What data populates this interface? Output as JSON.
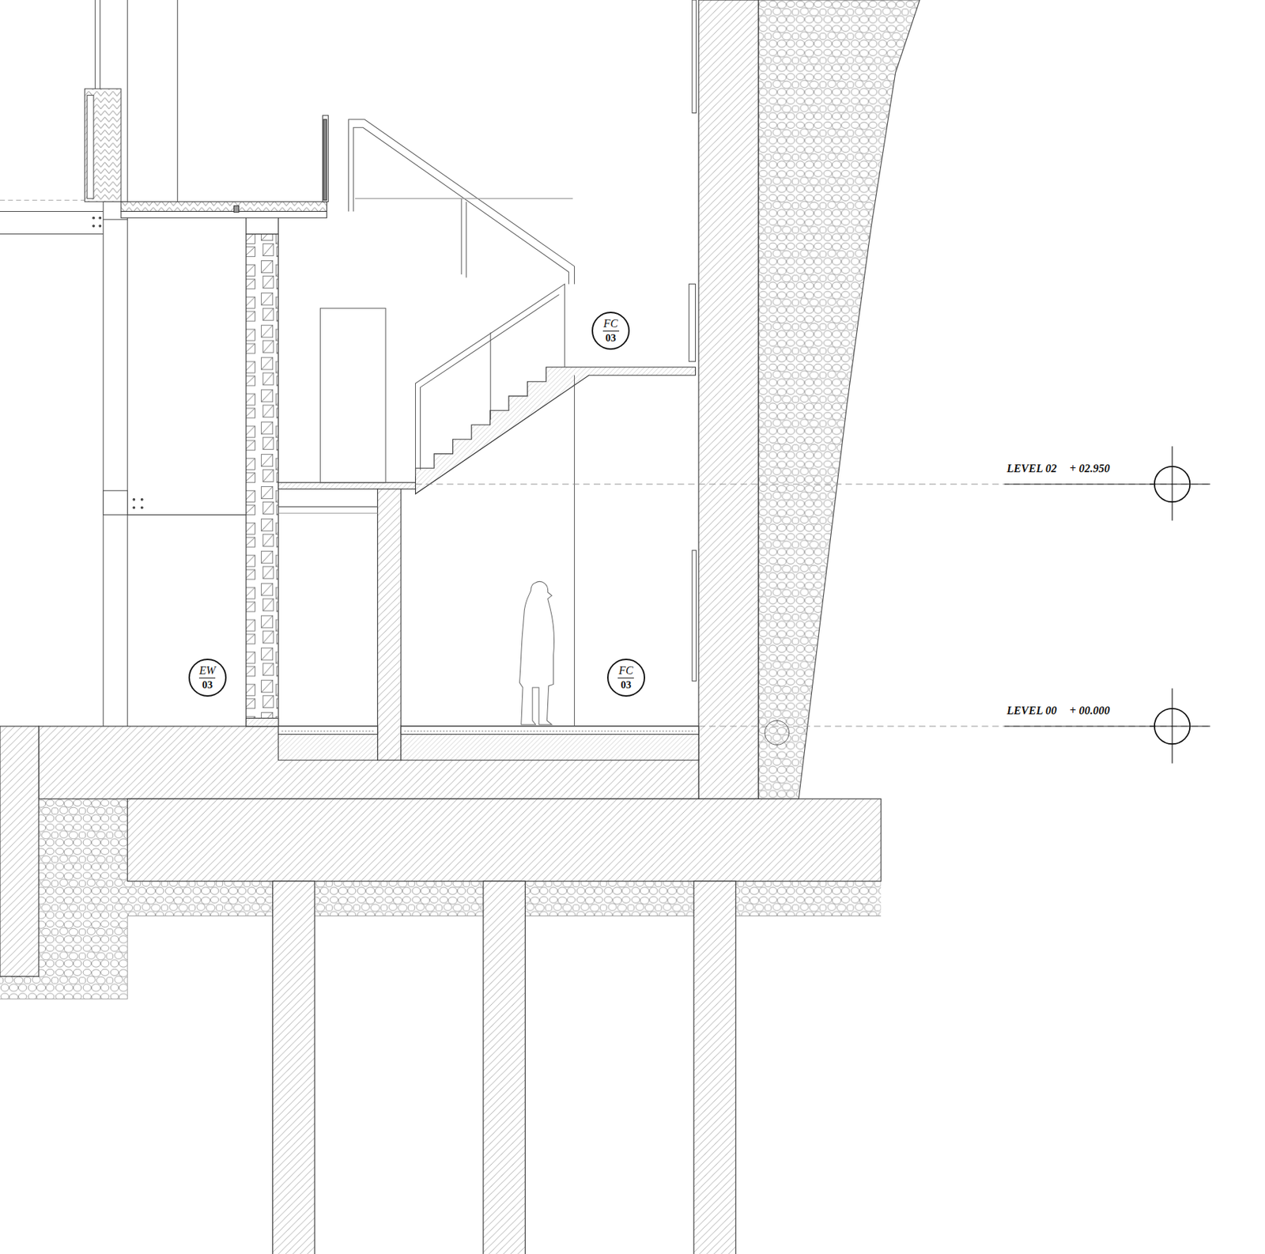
{
  "diagram": {
    "nodes": [
      {
        "text": [
          "FC",
          "03"
        ]
      },
      {
        "text": [
          "EW",
          "03"
        ]
      },
      {
        "text": [
          "FC",
          "03"
        ]
      }
    ],
    "labels": [
      "LEVEL 02",
      "+ 02.950",
      "LEVEL 00",
      "+ 00.000"
    ]
  }
}
